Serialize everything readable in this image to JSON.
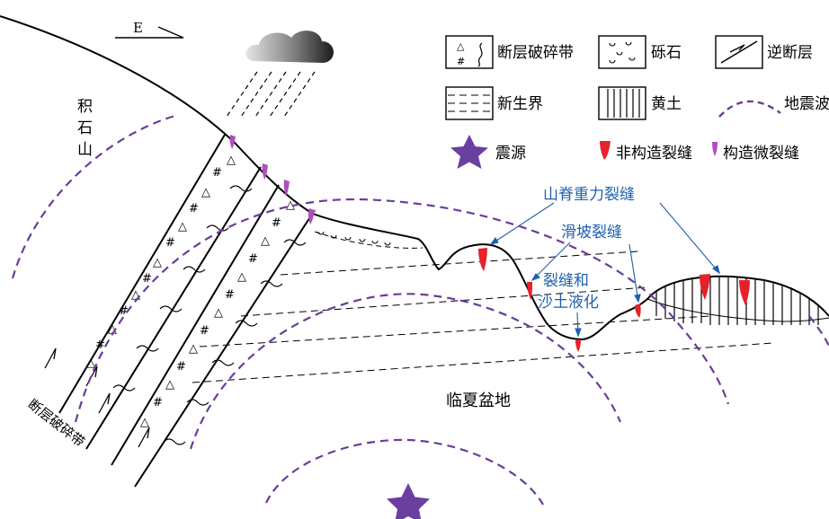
{
  "compass": {
    "label": "E"
  },
  "legend": {
    "fault_zone": "断层破碎带",
    "gravel": "砾石",
    "reverse_fault": "逆断层",
    "cenozoic": "新生界",
    "loess": "黄土",
    "seismic_wave": "地震波",
    "epicenter": "震源",
    "nontectonic_crack": "非构造裂缝",
    "tectonic_microcrack": "构造微裂缝"
  },
  "labels": {
    "mountain": "积石山",
    "basin": "临夏盆地",
    "fault_zone_side": "断层破碎带",
    "ridge_crack": "山脊重力裂缝",
    "landslide_crack": "滑坡裂缝",
    "liquefaction_line1": "裂缝和",
    "liquefaction_line2": "沙土液化"
  },
  "colors": {
    "wave": "#6a3d9a",
    "star": "#6b3fa0",
    "crack_red": "#e8202a",
    "microcrack": "#b04fc0",
    "annotation_blue": "#1f5fae"
  }
}
